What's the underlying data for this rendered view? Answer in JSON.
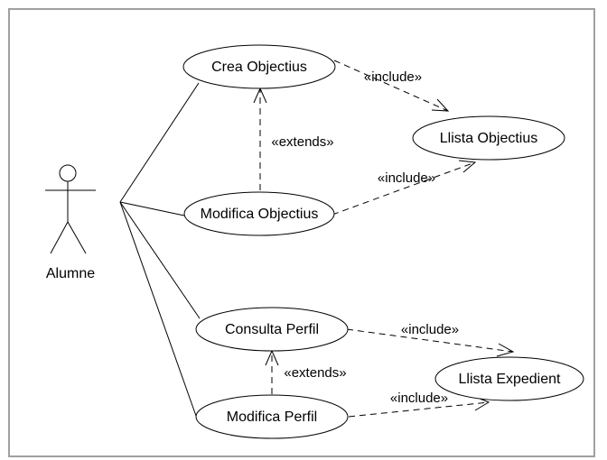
{
  "actor": {
    "name": "Alumne"
  },
  "use_cases": {
    "crea_objectius": "Crea Objectius",
    "modifica_objectius": "Modifica Objectius",
    "llista_objectius": "Llista Objectius",
    "consulta_perfil": "Consulta Perfil",
    "modifica_perfil": "Modifica Perfil",
    "llista_expedient": "Llista Expedient"
  },
  "relations": {
    "include_crea": "«include»",
    "include_modifica_obj": "«include»",
    "extends_objectius": "«extends»",
    "include_consulta": "«include»",
    "include_modifica_perfil": "«include»",
    "extends_perfil": "«extends»"
  }
}
